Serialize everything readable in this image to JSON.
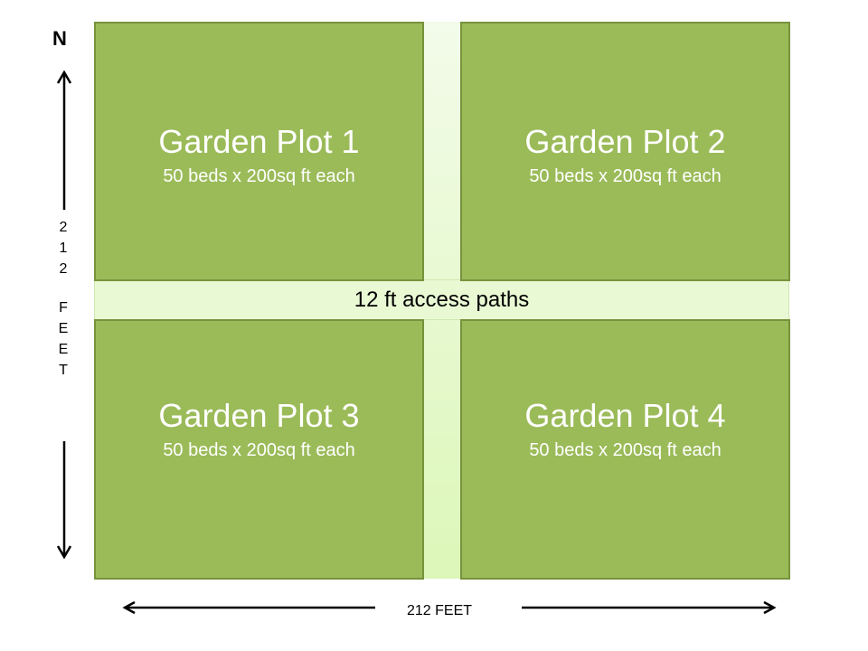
{
  "north_label": "N",
  "vertical_dimension": [
    "2",
    "1",
    "2",
    "",
    "F",
    "E",
    "E",
    "T"
  ],
  "horizontal_dimension": "212 FEET",
  "path_label": "12 ft access paths",
  "plots": [
    {
      "title": "Garden Plot  1",
      "subtitle": "50 beds x 200sq ft each"
    },
    {
      "title": "Garden Plot  2",
      "subtitle": "50 beds x 200sq ft each"
    },
    {
      "title": "Garden Plot  3",
      "subtitle": "50 beds x 200sq ft each"
    },
    {
      "title": "Garden Plot  4",
      "subtitle": "50 beds x 200sq ft each"
    }
  ],
  "colors": {
    "plot": "#9bbb59",
    "plot_border": "#77933c",
    "path": "#e8f9d4"
  }
}
